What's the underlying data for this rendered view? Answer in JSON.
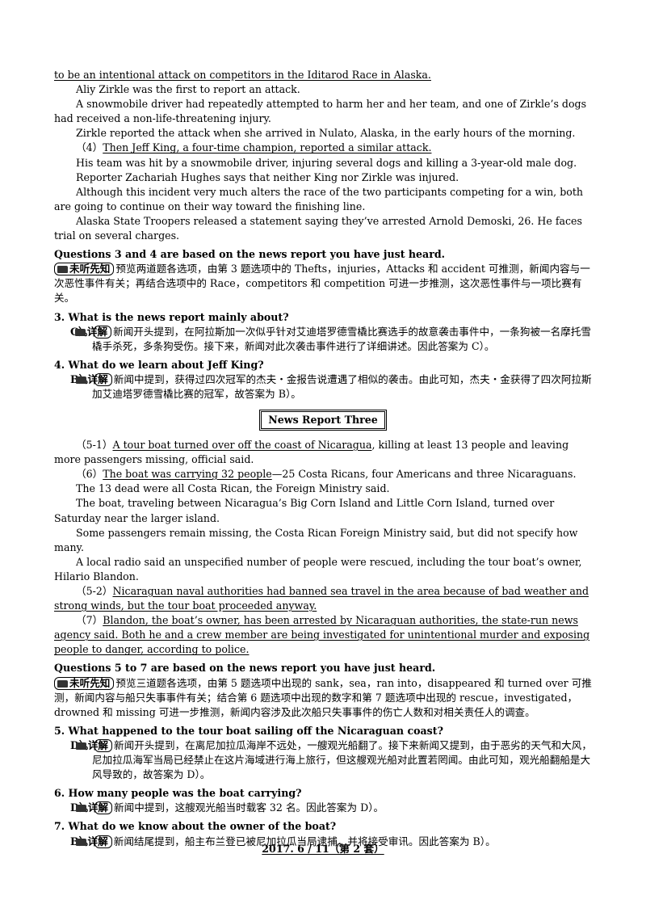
{
  "report2": {
    "p1": "to be an intentional attack on competitors in the Iditarod Race in Alaska.",
    "p2": "Aliy Zirkle was the first to report an attack.",
    "p3": "A snowmobile driver had repeatedly attempted to harm her and her team, and one of Zirkle’s dogs had received a non-life-threatening injury.",
    "p4": "Zirkle reported the attack when she arrived in Nulato, Alaska, in the early hours of the morning.",
    "p5_mark": "（4）",
    "p5": "Then Jeff King, a four-time champion, reported a similar attack.",
    "p6": "His team was hit by a snowmobile driver, injuring several dogs and killing a 3-year-old male dog.",
    "p7": "Reporter Zachariah Hughes says that neither King nor Zirkle was injured.",
    "p8": "Although this incident very much alters the race of the two participants competing for a win, both are going to continue on their way toward the finishing line.",
    "p9": "Alaska State Troopers released a statement saying they’ve arrested Arnold Demoski, 26. He faces trial on several charges."
  },
  "block2": {
    "heading": "Questions 3 and 4 are based on the news report you have just heard.",
    "preview_tag": "未听先知",
    "preview": "预览两道题各选项，由第 3 题选项中的 Thefts，injuries，Attacks 和 accident 可推测，新闻内容与一次恶性事件有关；再结合选项中的 Race，competitors 和 competition 可进一步推测，这次恶性事件与一项比赛有关。",
    "q3": "3.  What is the news report mainly about?",
    "a3_letter": "C）。",
    "a3_tag": "详解",
    "a3": "新闻开头提到，在阿拉斯加一次似乎针对艾迪塔罗德雪橇比赛选手的故意袭击事件中，一条狗被一名摩托雪橇手杀死，多条狗受伤。接下来，新闻对此次袭击事件进行了详细讲述。因此答案为 C）。",
    "q4": "4.  What do we learn about Jeff King?",
    "a4_letter": "B）。",
    "a4_tag": "详解",
    "a4": "新闻中提到，获得过四次冠军的杰夫・金报告说遭遇了相似的袭击。由此可知，杰夫・金获得了四次阿拉斯加艾迪塔罗德雪橇比赛的冠军，故答案为 B）。"
  },
  "section_title": "News Report Three",
  "report3": {
    "p1_mark": "（5-1）",
    "p1_u": "A tour boat turned over off the coast of Nicaragua",
    "p1": ", killing at least 13 people and leaving more passengers missing, official said.",
    "p2_mark": "（6）",
    "p2_u": "The boat was carrying 32 people",
    "p2": "—25 Costa Ricans, four Americans and three Nicaraguans.",
    "p3": "The 13 dead were all Costa Rican, the Foreign Ministry said.",
    "p4": "The boat, traveling between Nicaragua’s Big Corn Island and Little Corn Island, turned over Saturday near the larger island.",
    "p5": "Some passengers remain missing, the Costa Rican Foreign Ministry said, but did not specify how many.",
    "p6": "A local radio said an unspecified number of people were rescued, including the tour boat’s owner, Hilario Blandon.",
    "p7_mark": "（5-2）",
    "p7_u": "Nicaraguan naval authorities had banned sea travel in the area because of bad weather and strong winds, but the tour boat proceeded anyway.",
    "p8_mark": "（7）",
    "p8_u": "Blandon, the boat’s owner, has been arrested by Nicaraguan authorities, the state-run news agency said. Both he and a crew member are being investigated for unintentional murder and exposing people to danger, according to police."
  },
  "block3": {
    "heading": "Questions 5 to 7 are based on the news report you have just heard.",
    "preview_tag": "未听先知",
    "preview": "预览三道题各选项，由第 5 题选项中出现的 sank，sea，ran into，disappeared 和 turned over 可推测，新闻内容与船只失事事件有关；结合第 6 题选项中出现的数字和第 7 题选项中出现的 rescue，investigated，drowned 和 missing 可进一步推测，新闻内容涉及此次船只失事事件的伤亡人数和对相关责任人的调查。",
    "q5": "5.  What happened to the tour boat sailing off the Nicaraguan coast?",
    "a5_letter": "D）。",
    "a5_tag": "详解",
    "a5": "新闻开头提到，在离尼加拉瓜海岸不远处，一艘观光船翻了。接下来新闻又提到，由于恶劣的天气和大风，尼加拉瓜海军当局已经禁止在这片海域进行海上旅行，但这艘观光船对此置若罔闻。由此可知，观光船翻船是大风导致的，故答案为 D）。",
    "q6": "6.  How many people was the boat carrying?",
    "a6_letter": "D）。",
    "a6_tag": "详解",
    "a6": "新闻中提到，这艘观光船当时载客 32 名。因此答案为 D）。",
    "q7": "7.  What do we know about the owner of the boat?",
    "a7_letter": "B）。",
    "a7_tag": "详解",
    "a7": "新闻结尾提到，船主布兰登已被尼加拉瓜当局逮捕，并将接受审讯。因此答案为 B）。"
  },
  "footer": "2017. 6 / 11（第 2 套）"
}
